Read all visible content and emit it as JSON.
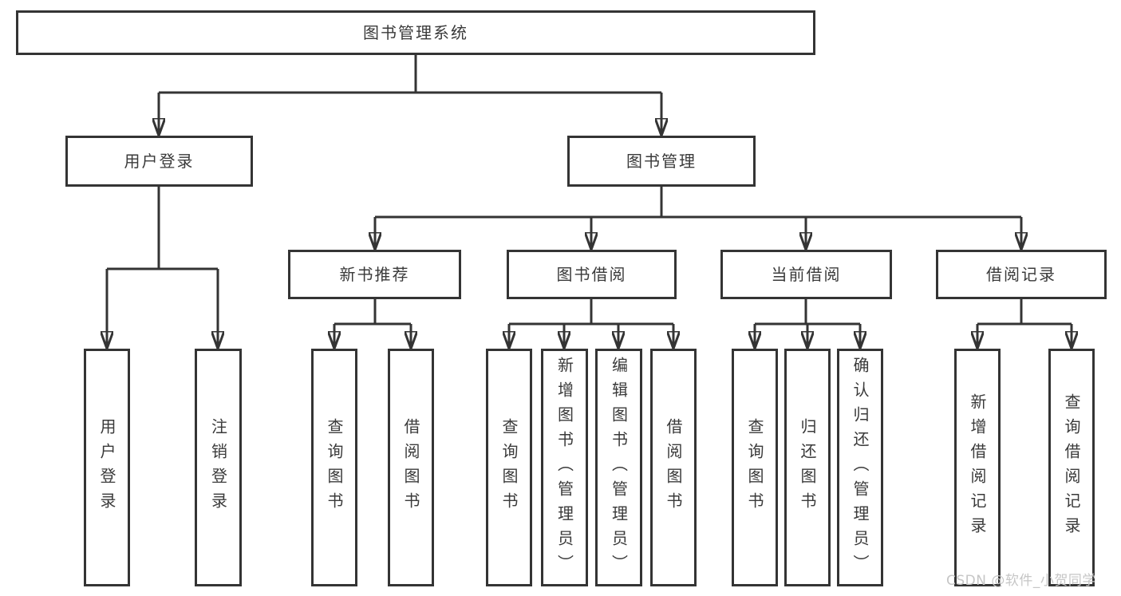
{
  "diagram": {
    "root": {
      "label": "图书管理系统",
      "children": [
        {
          "label": "用户登录",
          "children": [
            {
              "label": "用户登录"
            },
            {
              "label": "注销登录"
            }
          ]
        },
        {
          "label": "图书管理",
          "children": [
            {
              "label": "新书推荐",
              "children": [
                {
                  "label": "查询图书"
                },
                {
                  "label": "借阅图书"
                }
              ]
            },
            {
              "label": "图书借阅",
              "children": [
                {
                  "label": "查询图书"
                },
                {
                  "label": "新增图书（管理员）"
                },
                {
                  "label": "编辑图书（管理员）"
                },
                {
                  "label": "借阅图书"
                }
              ]
            },
            {
              "label": "当前借阅",
              "children": [
                {
                  "label": "查询图书"
                },
                {
                  "label": "归还图书"
                },
                {
                  "label": "确认归还（管理员）"
                }
              ]
            },
            {
              "label": "借阅记录",
              "children": [
                {
                  "label": "新增借阅记录"
                },
                {
                  "label": "查询借阅记录"
                }
              ]
            }
          ]
        }
      ]
    },
    "watermark": "CSDN @软件_小贺同学",
    "colors": {
      "line": "#343434",
      "node_border": "#343434",
      "node_text": "#3a3a3a",
      "watermark": "#c6c6c6",
      "background": "#ffffff"
    }
  }
}
